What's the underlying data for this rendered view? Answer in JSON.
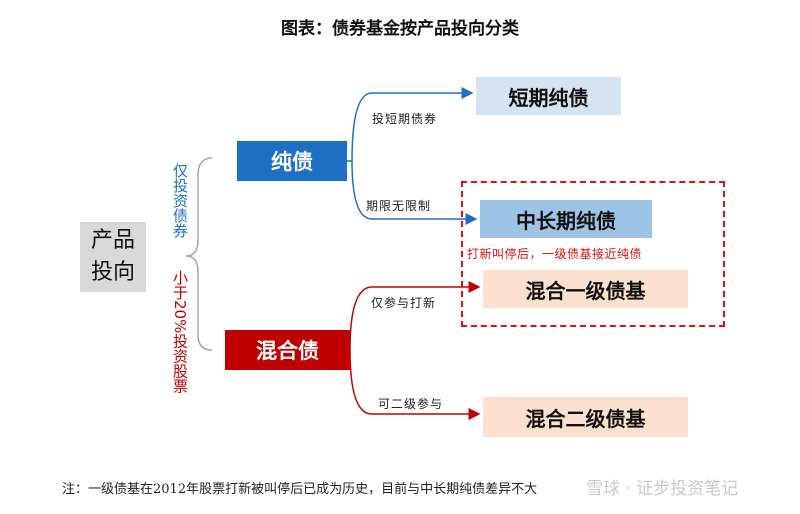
{
  "title": "图表：债券基金按产品投向分类",
  "root": {
    "line1": "产品",
    "line2": "投向"
  },
  "side_labels": {
    "blue": "仅投资债券",
    "red": "小于20%投资股票"
  },
  "nodes": {
    "pure": "纯债",
    "mixed": "混合债"
  },
  "edges": {
    "short_term": "投短期债券",
    "no_limit": "期限无限制",
    "only_ipo": "仅参与打新",
    "secondary": "可二级参与"
  },
  "leaves": {
    "short_pure": "短期纯债",
    "mid_long_pure": "中长期纯债",
    "mixed_first": "混合一级债基",
    "mixed_second": "混合二级债基"
  },
  "annotation": "打新叫停后，一级债基接近纯债",
  "footnote": "注：一级债基在2012年股票打新被叫停后已成为历史，目前与中长期纯债差异不大",
  "watermark": "雪球 · 证步投资笔记",
  "colors": {
    "blue": "#1f6fc6",
    "red": "#c00000",
    "dash_red": "#e01010"
  }
}
